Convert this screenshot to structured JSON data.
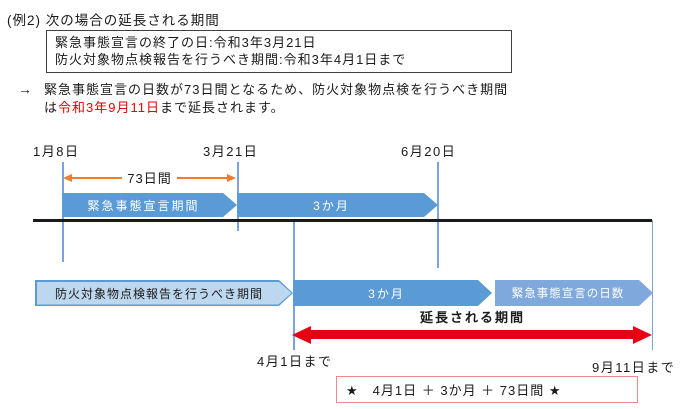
{
  "page": {
    "title": "(例2) 次の場合の延長される期間"
  },
  "info_box": {
    "line1": "緊急事態宣言の終了の日:令和3年3月21日",
    "line2": "防火対象物点検報告を行うべき期間:令和3年4月1日まで"
  },
  "note": {
    "arrow": "→",
    "line1": "緊急事態宣言の日数が73日間となるため、防火対象物点検を行うべき期間",
    "line2_prefix": "は",
    "line2_highlight": "令和3年9月11日",
    "line2_suffix": "まで延長されます。"
  },
  "timeline": {
    "dates_top": [
      "1月8日",
      "3月21日",
      "6月20日"
    ],
    "duration_label": "73日間",
    "row1_arrows": [
      {
        "label": "緊急事態宣言期間"
      },
      {
        "label": "3か月"
      }
    ],
    "row2_arrows": [
      {
        "label": "防火対象物点検報告を行うべき期間"
      },
      {
        "label": "3か月"
      },
      {
        "label": "緊急事態宣言の日数"
      }
    ],
    "extension_label": "延長される期間",
    "date_bottom_left": "4月1日まで",
    "date_bottom_right": "9月11日まで",
    "formula": "★　4月1日 ＋ 3か月 ＋ 73日間 ★"
  },
  "colors": {
    "arrow_blue": "#5b9bd5",
    "arrow_light_fill": "#bdd7ee",
    "arrow_muted_blue": "#7fa8dc",
    "measure_orange": "#ed7d31",
    "extension_red": "#e60012",
    "highlight_red_text": "#e60000",
    "guide_line_blue": "#7aa4e0",
    "formula_border_red": "#f08a8a",
    "axis_black": "#1a1a1a"
  }
}
